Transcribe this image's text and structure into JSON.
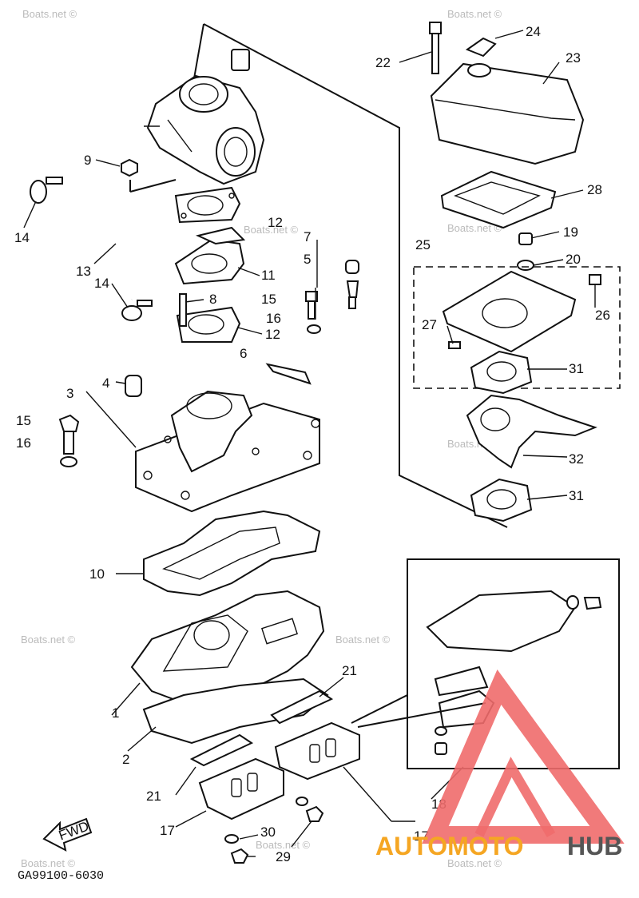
{
  "watermark": "Boats.net ©",
  "diagram_code": "GA99100-6030",
  "direction_label": "FWD",
  "logo": {
    "part1": "AUTOMOTO",
    "part2": "HUB",
    "color1": "#f5a623",
    "color2": "#555555",
    "triangle_color": "#f06b6b"
  },
  "callouts": {
    "c1": "1",
    "c2": "2",
    "c3": "3",
    "c4": "4",
    "c5": "5",
    "c6": "6",
    "c7": "7",
    "c8": "8",
    "c9": "9",
    "c10": "10",
    "c11": "11",
    "c12": "12",
    "c13": "13",
    "c14a": "14",
    "c14b": "14",
    "c15a": "15",
    "c15b": "15",
    "c16a": "16",
    "c16b": "16",
    "c17a": "17",
    "c17b": "17",
    "c18": "18",
    "c19": "19",
    "c20": "20",
    "c21a": "21",
    "c21b": "21",
    "c22": "22",
    "c23": "23",
    "c24": "24",
    "c25": "25",
    "c26": "26",
    "c27": "27",
    "c28": "28",
    "c29": "29",
    "c30": "30",
    "c31a": "31",
    "c31b": "31",
    "c32": "32"
  }
}
